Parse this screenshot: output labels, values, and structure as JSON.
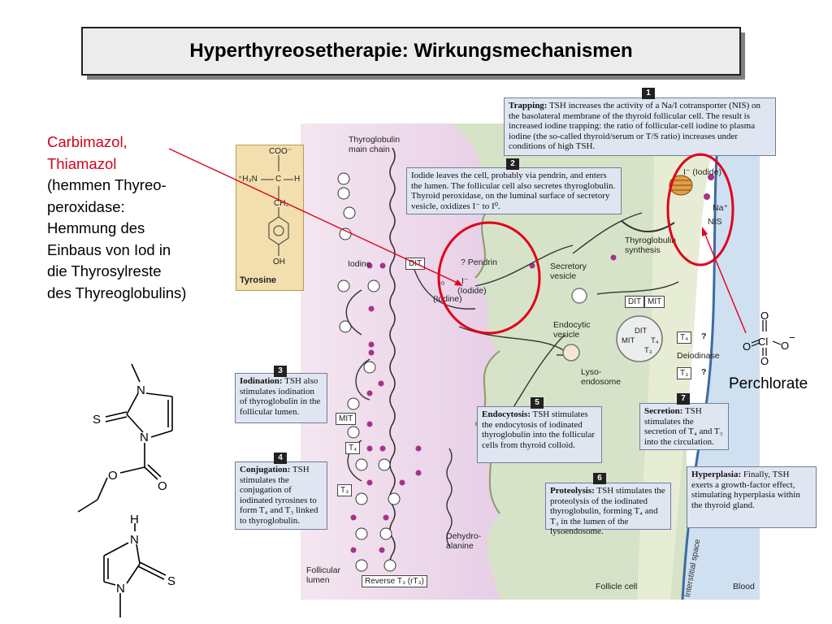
{
  "title": "Hyperthyreosetherapie: Wirkungsmechanismen",
  "drug_annotation": {
    "drug_names": [
      "Carbimazol,",
      "Thiamazol"
    ],
    "description": [
      "(hemmen Thyreo-",
      "peroxidase:",
      "Hemmung des",
      "Einbaus von Iod in",
      "die Thyrosylreste",
      "des Thyreoglobulins)"
    ]
  },
  "perchlorate_label": "Perchlorate",
  "structures": {
    "carbimazole": {
      "atoms": [
        "N",
        "S",
        "N",
        "O",
        "O"
      ]
    },
    "methimazole": {
      "atoms": [
        "H",
        "N",
        "N",
        "S"
      ]
    },
    "perchlorate": {
      "atoms": [
        "O",
        "Cl",
        "O",
        "O",
        "−",
        "O"
      ]
    }
  },
  "tyrosine": {
    "label": "Tyrosine",
    "coo": "COO⁻",
    "amine": "⁺H₃N",
    "c": "C",
    "h": "H",
    "ch2": "CH₂",
    "oh": "OH"
  },
  "steps": [
    {
      "num": "1",
      "title": "Trapping:",
      "text": "TSH increases the activity of a Na/I cotransporter (NIS) on the basolateral membrane of the thyroid follicular cell. The result is increased iodine trapping: the ratio of follicular-cell iodine to plasma iodine (the so-called thyroid/serum or T/S ratio) increases under conditions of high TSH."
    },
    {
      "num": "2",
      "title": "",
      "text": "Iodide leaves the cell, probably via pendrin, and enters the lumen. The follicular cell also secretes thyroglobulin. Thyroid peroxidase, on the luminal surface of secretory vesicle, oxidizes I⁻ to I⁰."
    },
    {
      "num": "3",
      "title": "Iodination:",
      "text": "TSH also stimulates iodination of thyroglobulin in the follicular lumen."
    },
    {
      "num": "4",
      "title": "Conjugation:",
      "text": "TSH stimulates the conjugation of iodinated tyrosines to form T₄ and T₃ linked to thyroglobulin."
    },
    {
      "num": "5",
      "title": "Endocytosis:",
      "text": "TSH stimulates the endocytosis of iodinated thyroglobulin into the follicular cells from thyroid colloid."
    },
    {
      "num": "6",
      "title": "Proteolysis:",
      "text": "TSH stimulates the proteolysis of the iodinated thyroglobulin, forming T₄ and T₃ in the lumen of the lysoendosome."
    },
    {
      "num": "7",
      "title": "Secretion:",
      "text": "TSH stimulates the secretion of T₄ and T₃ into the circulation."
    },
    {
      "num": "",
      "title": "Hyperplasia:",
      "text": "Finally, TSH exerts a growth-factor effect, stimulating hyperplasia within the thyroid gland."
    }
  ],
  "labels": {
    "thyroglobulin_main_chain": "Thyroglobulin main chain",
    "iodine": "Iodine",
    "pendrin": "? Pendrin",
    "iodide_ion": "I⁻",
    "iodide_word": "(Iodide)",
    "iodine_atom": "I⁰",
    "iodine_word": "(Iodine)",
    "secretory_vesicle": "Secretory vesicle",
    "thyroglobulin_synthesis": "Thyroglobulin synthesis",
    "iodide_blood": "I⁻ (Iodide)",
    "na": "Na⁺",
    "nis": "NIS",
    "endocytic_vesicle": "Endocytic vesicle",
    "lysoendosome": "Lyso-endosome",
    "deiodinase": "Deiodinase",
    "dehydroalanine": "Dehydro-alanine",
    "follicular_lumen": "Follicular lumen",
    "follicle_cell": "Follicle cell",
    "interstitial_space": "Interstitial space",
    "blood": "Blood",
    "q": "?"
  },
  "tags": {
    "dit": "DIT",
    "mit": "MIT",
    "t4": "T₄",
    "t3": "T₃",
    "reverse_t3": "Reverse T₃ (rT₃)",
    "lyso_content": [
      "DIT",
      "MIT",
      "T₄",
      "T₃"
    ]
  },
  "colors": {
    "annotation_red": "#d0021b",
    "lumen": "#ead3ea",
    "cell": "#d7e3c8",
    "blood": "#cfe0f1",
    "box": "#dfe6f2",
    "iodine_dot": "#a6328a"
  }
}
